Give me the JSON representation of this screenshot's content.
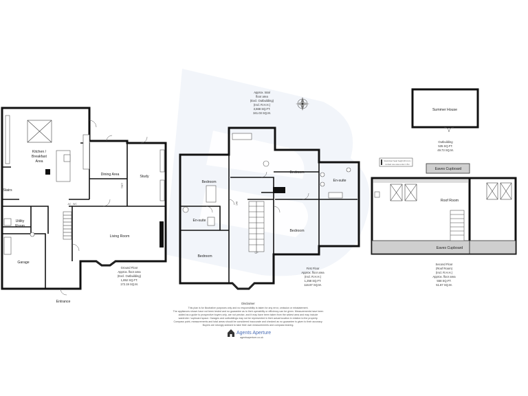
{
  "total": {
    "line1": "Approx. total",
    "line2": "floor area",
    "line3": "(Excl. Outbuilding)",
    "line4": "(Incl. R.H.H.)",
    "line5": "3,668 SQ.FT.",
    "line6": "341.03 SQ.M."
  },
  "ground": {
    "title": "Ground Floor",
    "line2": "Approx. floor area",
    "line3": "(Excl. Outbuilding)",
    "sqft": "1,852 SQ.FT.",
    "sqm": "172.19 SQ.M.",
    "rooms": {
      "kitchen1": "Kitchen /",
      "kitchen2": "Breakfast",
      "kitchen3": "Area",
      "dining": "Dining Area",
      "study": "Study",
      "living": "Living Room",
      "utility1": "Utility",
      "utility2": "Room",
      "garage": "Garage",
      "stairs": "Stairs",
      "entrance": "Entrance",
      "ac": "AC",
      "wc": "WC",
      "cpd": "CPD"
    }
  },
  "first": {
    "title": "First Floor",
    "line2": "Approx. floor area",
    "line3": "(Incl. R.H.H.)",
    "sqft": "1,258 SQ.FT.",
    "sqm": "116.87 SQ.M.",
    "rooms": {
      "bedroom_a": "Bedroom",
      "bedroom_b": "Bedroom",
      "bedroom_c": "Bedroom",
      "bedroom_d": "Bedroom",
      "ensuite_a": "En-suite",
      "ensuite_b": "En-suite",
      "wc": "WC",
      "up": "UP"
    }
  },
  "second": {
    "title": "Second Floor",
    "line2": "(Roof Room)",
    "line3": "(Incl. R.H.H.)",
    "line4": "Approx. floor area",
    "sqft": "558 SQ.FT.",
    "sqm": "51.87 SQ.M.",
    "rooms": {
      "roof": "Roof Room",
      "eaves_top": "Eaves Cupboard",
      "eaves_bottom": "Eaves Cupboard"
    },
    "key1": "Restricted head height (R.H.H.)",
    "key2": "Limited use area under 1.5m"
  },
  "outbuilding": {
    "room": "Summer House",
    "title": "Outbuilding",
    "sqft": "535 SQ.FT.",
    "sqm": "49.73 SQ.M."
  },
  "disclaimer": {
    "title": "Disclaimer",
    "line1": "This plan is for illustrative purposes only and no responsibility is taken for any error, omission or misstatement.",
    "line2": "The appliances shown have not been tested and no guarantee as to their operability or efficiency can be given. Measurements have been",
    "line3": "added as a guide to prospective buyers only, are not precise, and it may have been taken from the widest area and may include",
    "line4": "wardrobe / cupboard space. Garages and outbuildings may not be represented in their actual location in relation to the property.",
    "line5": "Compass point, measurements and total areas should be considered inaccurate and checked as no guarantee is given to their accuracy.",
    "line6": "Buyers are strongly advised to take their own measurements and compass bearing."
  },
  "brand": {
    "name": "Agents Aperture",
    "url": "agentsaperture.co.uk",
    "color": "#4a6db5"
  }
}
